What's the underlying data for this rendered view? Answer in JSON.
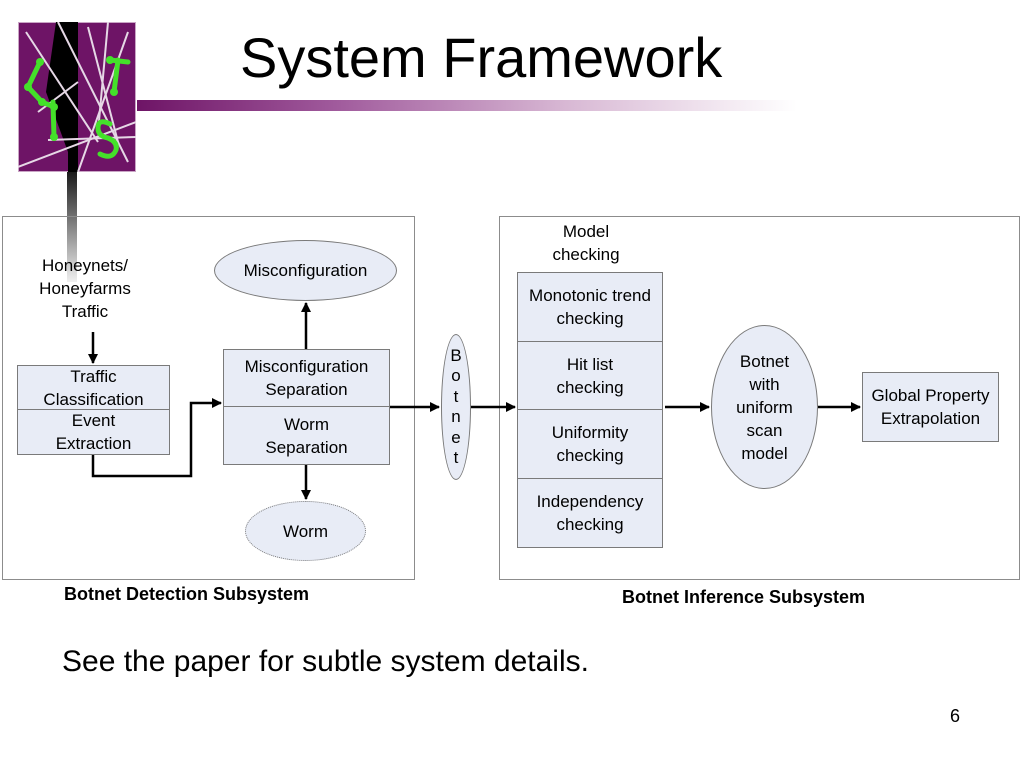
{
  "slide": {
    "title": "System Framework",
    "logo": "ist-logo",
    "body_text": "See the paper for subtle system details.",
    "page_number": "6",
    "accent_color": "#6e1466",
    "box_fill": "#e8ecf6"
  },
  "detection": {
    "caption": "Botnet Detection Subsystem",
    "input_label": [
      "Honeynets/",
      "Honeyfarms",
      "Traffic"
    ],
    "traffic_classification": "Traffic Classification",
    "event_extraction": "Event Extraction",
    "misconfig_separation": "Misconfiguration Separation",
    "worm_separation": "Worm Separation",
    "misconfiguration": "Misconfiguration",
    "worm": "Worm"
  },
  "botnet_node": {
    "letters": [
      "B",
      "o",
      "t",
      "n",
      "e",
      "t"
    ]
  },
  "inference": {
    "caption": "Botnet Inference Subsystem",
    "model_checking_label": "Model checking",
    "checks": [
      "Monotonic trend checking",
      "Hit list checking",
      "Uniformity checking",
      "Independency checking"
    ],
    "model": "Botnet with uniform scan model",
    "global": "Global Property Extrapolation"
  }
}
